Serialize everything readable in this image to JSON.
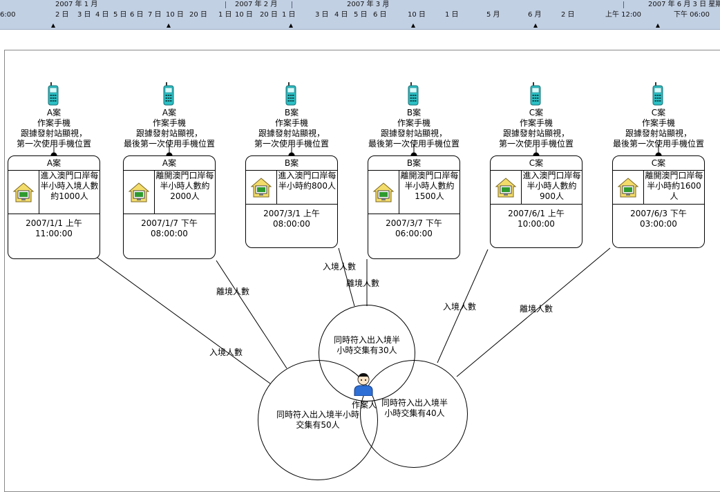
{
  "timeline": {
    "major": [
      {
        "text": "2007 年 1 月"
      },
      {
        "text": "2007 年 2 月"
      },
      {
        "text": "2007 年 3 月"
      },
      {
        "text": "2007 年 6 月 3 日 星期"
      }
    ],
    "minor": [
      "6:00",
      "2 日",
      "3 日",
      "4 日",
      "5 日",
      "6 日",
      "7 日",
      "10 日",
      "20 日",
      "1 日",
      "10 日",
      "20 日",
      "1 日",
      "3 日",
      "4 日",
      "5 日",
      "6 日",
      "10 日",
      "1 日",
      "5 月",
      "6 月",
      "2 日",
      "上午 12:00",
      "下午 06:00"
    ]
  },
  "phones": [
    {
      "case": "A案",
      "line1": "作案手機",
      "line2": "跟據發射站顯視，",
      "line3": "第一次使用手機位置"
    },
    {
      "case": "A案",
      "line1": "作案手機",
      "line2": "跟據發射站顯視，",
      "line3": "最後第一次使用手機位置"
    },
    {
      "case": "B案",
      "line1": "作案手機",
      "line2": "跟據發射站顯視，",
      "line3": "第一次使用手機位置"
    },
    {
      "case": "B案",
      "line1": "作案手機",
      "line2": "跟據發射站顯視，",
      "line3": "最後第一次使用手機位置"
    },
    {
      "case": "C案",
      "line1": "作案手機",
      "line2": "跟據發射站顯視，",
      "line3": "第一次使用手機位置"
    },
    {
      "case": "C案",
      "line1": "作案手機",
      "line2": "跟據發射站顯視，",
      "line3": "最後第一次使用手機位置"
    }
  ],
  "cards": [
    {
      "title": "A案",
      "desc": "進入澳門口岸每半小時入境人數約1000人",
      "date": "2007/1/1 上午",
      "time": "11:00:00"
    },
    {
      "title": "A案",
      "desc": "離開澳門口岸每半小時人數約2000人",
      "date": "2007/1/7 下午",
      "time": "08:00:00"
    },
    {
      "title": "B案",
      "desc": "進入澳門口岸每半小時約800人",
      "date": "2007/3/1 上午",
      "time": "08:00:00"
    },
    {
      "title": "B案",
      "desc": "離開澳門口岸每半小時人數約1500人",
      "date": "2007/3/7 下午",
      "time": "06:00:00"
    },
    {
      "title": "C案",
      "desc": "進入澳門口岸每半小時人數約900人",
      "date": "2007/6/1 上午",
      "time": "10:00:00"
    },
    {
      "title": "C案",
      "desc": "離開澳門口岸每半小時約1600人",
      "date": "2007/6/3 下午",
      "time": "03:00:00"
    }
  ],
  "link_labels": [
    "入境人數",
    "離境人數",
    "入境人數",
    "離境人數",
    "入境人數",
    "離境人數"
  ],
  "circles": [
    {
      "text": "同時符入出入境半小時交集有30人"
    },
    {
      "text": "同時符入出入境半小時交集有50人"
    },
    {
      "text": "同時符入出入境半小時交集有40人"
    }
  ],
  "suspect": {
    "label": "作案人"
  }
}
